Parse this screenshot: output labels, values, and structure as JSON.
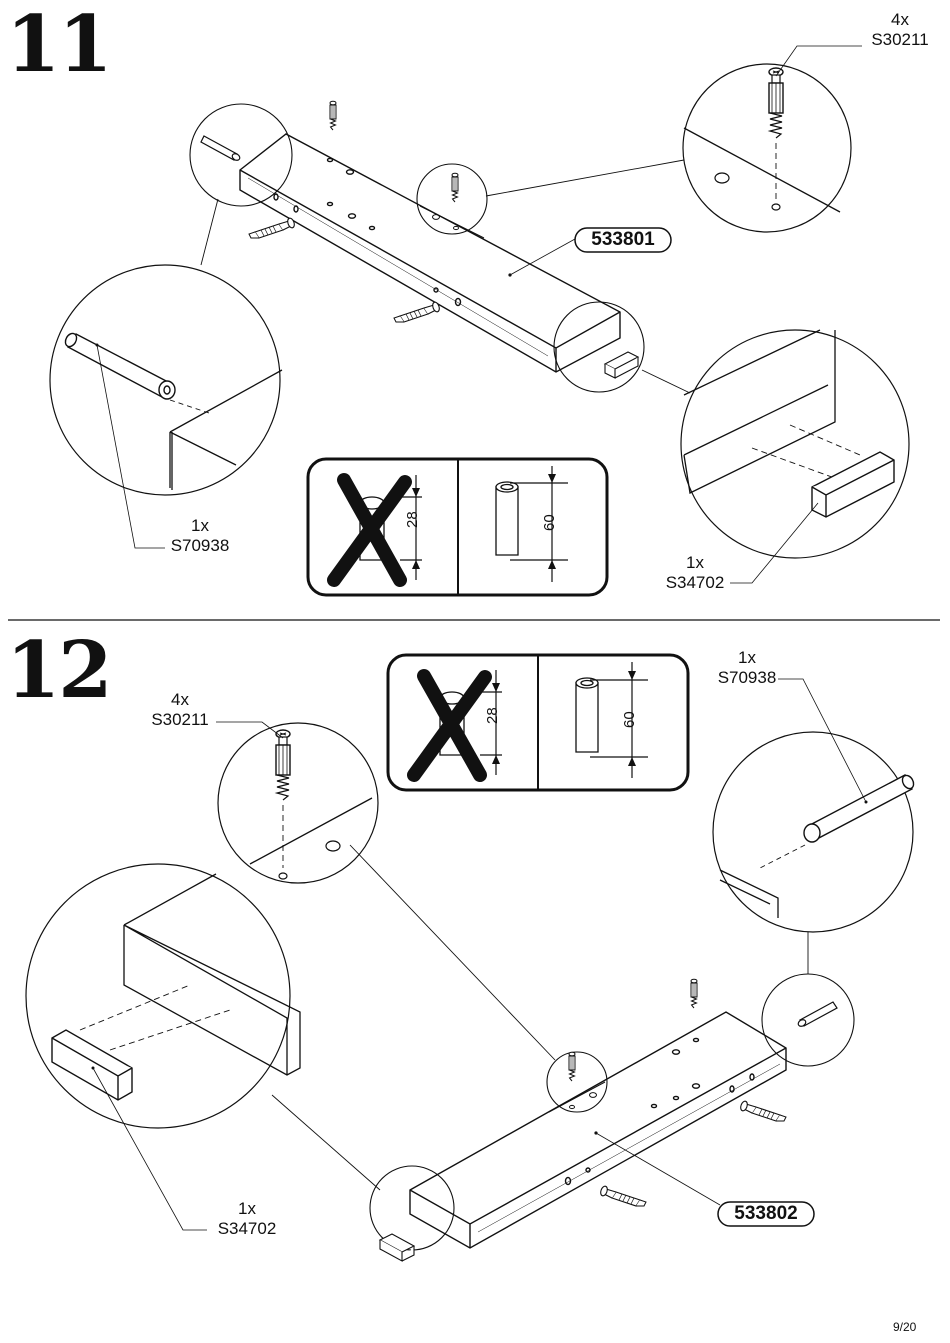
{
  "page": {
    "number": "9/20"
  },
  "steps": [
    {
      "number": "11",
      "board_part": "533801",
      "callouts": [
        {
          "qty": "4x",
          "code": "S30211"
        },
        {
          "qty": "1x",
          "code": "S70938"
        },
        {
          "qty": "1x",
          "code": "S34702"
        }
      ],
      "dimension_check": {
        "wrong_value": "28",
        "right_value": "60"
      }
    },
    {
      "number": "12",
      "board_part": "533802",
      "callouts": [
        {
          "qty": "4x",
          "code": "S30211"
        },
        {
          "qty": "1x",
          "code": "S70938"
        },
        {
          "qty": "1x",
          "code": "S34702"
        }
      ],
      "dimension_check": {
        "wrong_value": "28",
        "right_value": "60"
      }
    }
  ],
  "icons": [
    "cam-bolt-icon",
    "dowel-icon",
    "end-cap-icon",
    "cross-out-icon"
  ]
}
